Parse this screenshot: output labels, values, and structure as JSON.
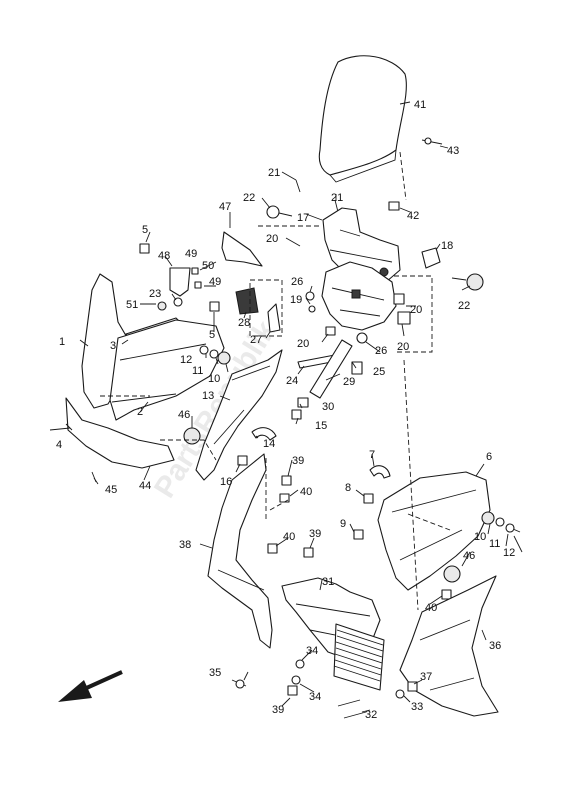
{
  "watermark": "PartsRepublik",
  "direction_icon": "arrow-front-icon",
  "callouts": {
    "c41": "41",
    "c43": "43",
    "c21a": "21",
    "c21b": "21",
    "c22a": "22",
    "c42": "42",
    "c47": "47",
    "c17": "17",
    "c20a": "20",
    "c18": "18",
    "c5a": "5",
    "c48": "48",
    "c49a": "49",
    "c50": "50",
    "c49b": "49",
    "c23": "23",
    "c26a": "26",
    "c22b": "22",
    "c19": "19",
    "c51": "51",
    "c28": "28",
    "c5b": "5",
    "c20b": "20",
    "c20c": "20",
    "c1": "1",
    "c3": "3",
    "c27": "27",
    "c20d": "20",
    "c26b": "26",
    "c12a": "12",
    "c11a": "11",
    "c10a": "10",
    "c24": "24",
    "c29": "29",
    "c25": "25",
    "c13": "13",
    "c30": "30",
    "c46a": "46",
    "c2": "2",
    "c15": "15",
    "c4": "4",
    "c14": "14",
    "c7": "7",
    "c6": "6",
    "c16": "16",
    "c39a": "39",
    "c45": "45",
    "c44": "44",
    "c8": "8",
    "c40a": "40",
    "c9": "9",
    "c10b": "10",
    "c11b": "11",
    "c12b": "12",
    "c40b": "40",
    "c39b": "39",
    "c38": "38",
    "c46b": "46",
    "c31": "31",
    "c40c": "40",
    "c36": "36",
    "c35": "35",
    "c34a": "34",
    "c37": "37",
    "c34b": "34",
    "c39c": "39",
    "c32": "32",
    "c33": "33"
  }
}
